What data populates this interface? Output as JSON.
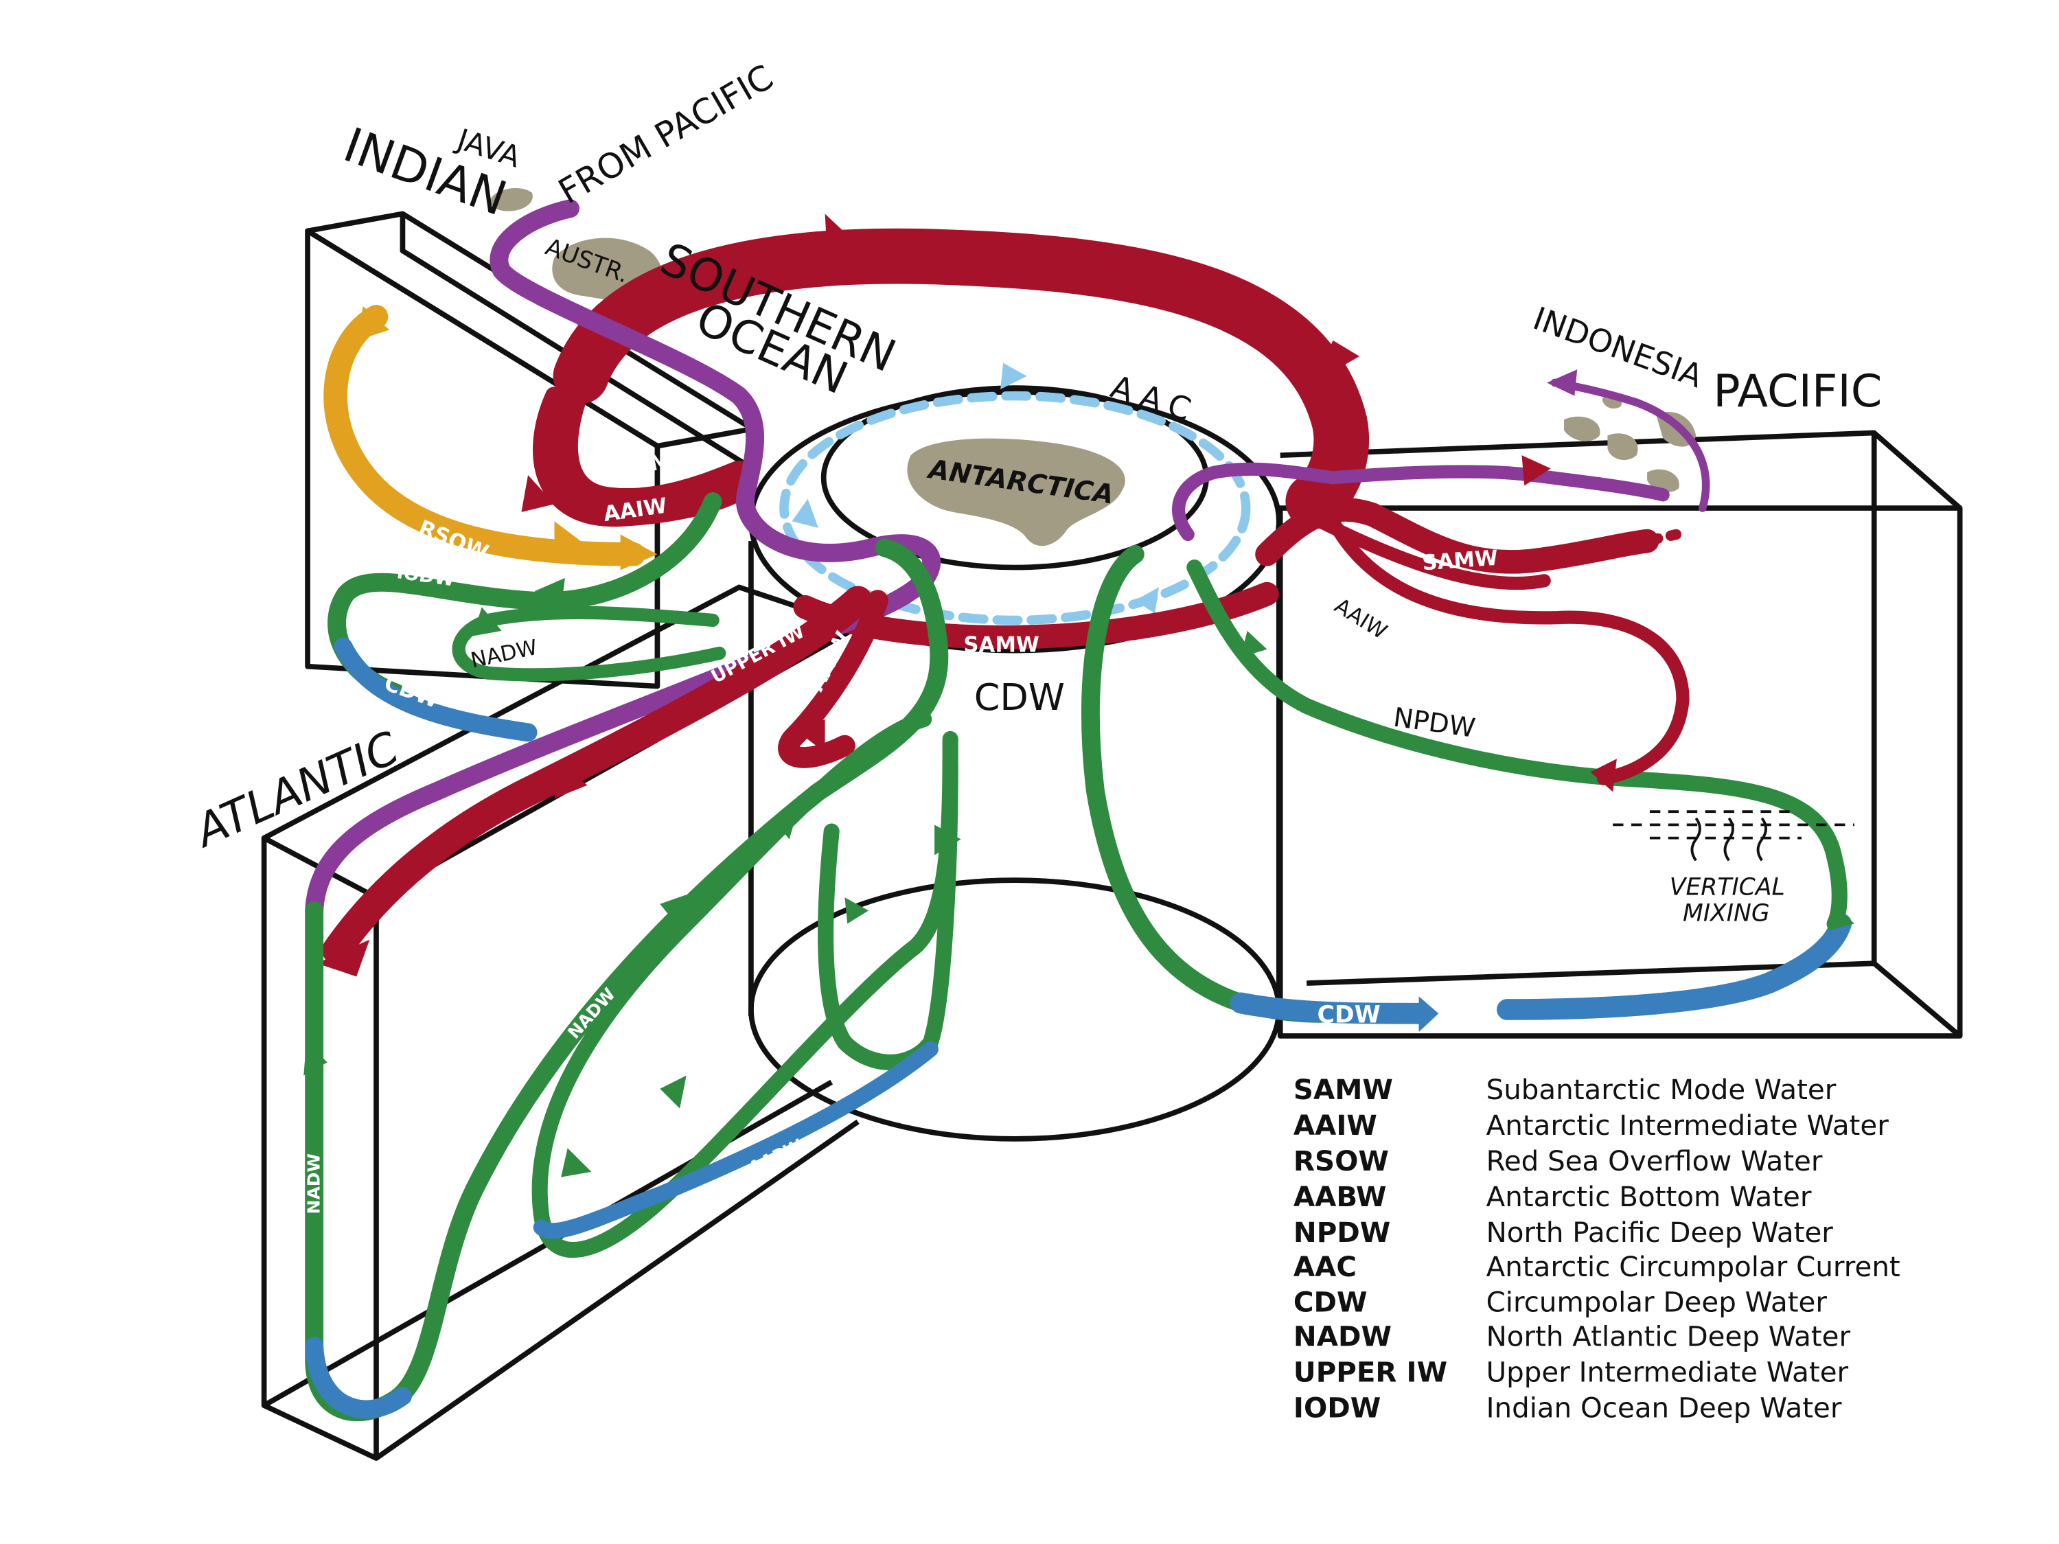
{
  "regions": {
    "indian": "INDIAN",
    "java": "JAVA",
    "from_pacific": "FROM PACIFIC",
    "austr": "AUSTR.",
    "southern": "SOUTHERN",
    "ocean": "OCEAN",
    "indonesia": "INDONESIA",
    "pacific": "PACIFIC",
    "atlantic": "ATLANTIC",
    "antarctica": "ANTARCTICA"
  },
  "flow_labels": {
    "aac": "AAC",
    "samw": "SAMW",
    "aaiw": "AAIW",
    "rsow": "RSOW",
    "iodw": "IODW",
    "nadw": "NADW",
    "cdw": "CDW",
    "upper_iw": "UPPER IW",
    "npdw": "NPDW",
    "aabw": "AABW",
    "vertical": "VERTICAL",
    "mixing": "MIXING"
  },
  "colors": {
    "red": "#a5122a",
    "purple": "#8a3a98",
    "green": "#2e8b3f",
    "blue": "#3a7fbd",
    "light_blue": "#8cc8ec",
    "orange": "#e2a21f",
    "land": "#a39c85"
  },
  "legend": [
    {
      "abbr": "SAMW",
      "full": "Subantarctic Mode Water"
    },
    {
      "abbr": "AAIW",
      "full": "Antarctic Intermediate Water"
    },
    {
      "abbr": "RSOW",
      "full": "Red Sea Overflow Water"
    },
    {
      "abbr": "AABW",
      "full": "Antarctic Bottom Water"
    },
    {
      "abbr": "NPDW",
      "full": "North Pacific Deep Water"
    },
    {
      "abbr": "AAC",
      "full": "Antarctic Circumpolar Current"
    },
    {
      "abbr": "CDW",
      "full": "Circumpolar Deep Water"
    },
    {
      "abbr": "NADW",
      "full": "North Atlantic Deep Water"
    },
    {
      "abbr": "UPPER IW",
      "full": "Upper Intermediate Water"
    },
    {
      "abbr": "IODW",
      "full": "Indian Ocean Deep Water"
    }
  ]
}
